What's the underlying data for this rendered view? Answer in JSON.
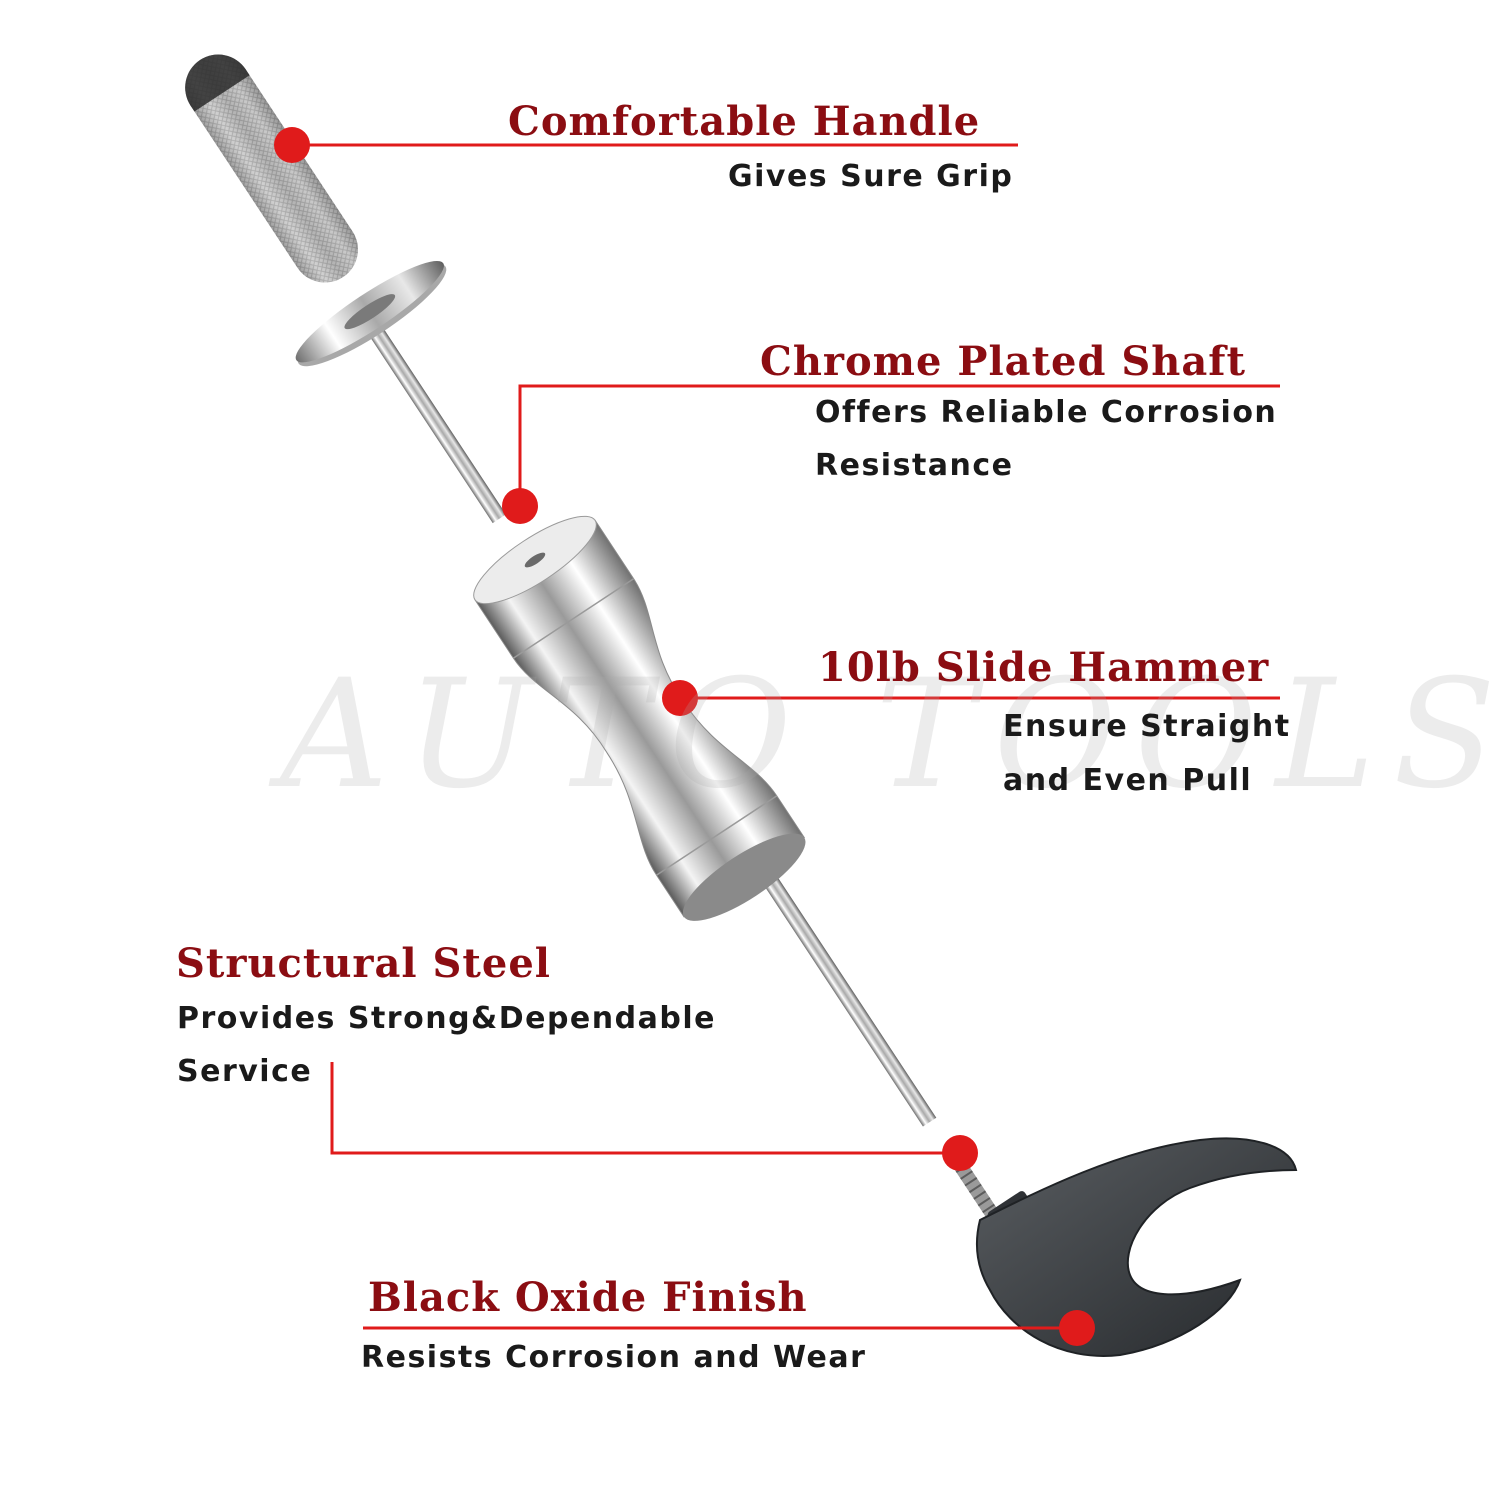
{
  "watermark": "AUTO TOOLS",
  "features": [
    {
      "title": "Comfortable Handle",
      "desc": [
        "Gives Sure Grip"
      ]
    },
    {
      "title": "Chrome Plated Shaft",
      "desc": [
        "Offers Reliable Corrosion",
        "Resistance"
      ]
    },
    {
      "title": "10lb Slide Hammer",
      "desc": [
        "Ensure Straight",
        "and Even Pull"
      ]
    },
    {
      "title": "Structural Steel",
      "desc": [
        "Provides Strong&Dependable",
        "Service"
      ]
    },
    {
      "title": "Black Oxide Finish",
      "desc": [
        "Resists Corrosion and Wear"
      ]
    }
  ],
  "colors": {
    "accent_red": "#e01b1b",
    "title_red": "#8b0d12",
    "chrome": "#c8c8c8",
    "black_oxide": "#3a3d40"
  }
}
